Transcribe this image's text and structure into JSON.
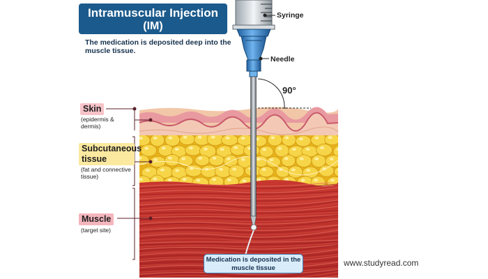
{
  "title": {
    "line1": "Intramuscular Injection",
    "line2": "(IM)"
  },
  "subtitle": "The medication is deposited deep into the muscle tissue.",
  "layers": {
    "skin": {
      "title": "Skin",
      "sub": "(epidermis & dermis)"
    },
    "fat": {
      "title": "Subcutaneous tissue",
      "sub": "(fat and connective tissue)"
    },
    "muscle": {
      "title": "Muscle",
      "sub": "(target site)"
    }
  },
  "callouts": {
    "syringe": "Syringe",
    "needle": "Needle",
    "angle": "90°"
  },
  "deposit_label": "Medication is deposited in the muscle tissue",
  "watermark": "www.studyread.com",
  "colors": {
    "title_bg": "#1b5a8c",
    "skin": "#e8a0a6",
    "fat": "#f2c21f",
    "muscle": "#c2322e",
    "hub": "#3f8fd6",
    "callout_box": "#d9ecfa"
  }
}
